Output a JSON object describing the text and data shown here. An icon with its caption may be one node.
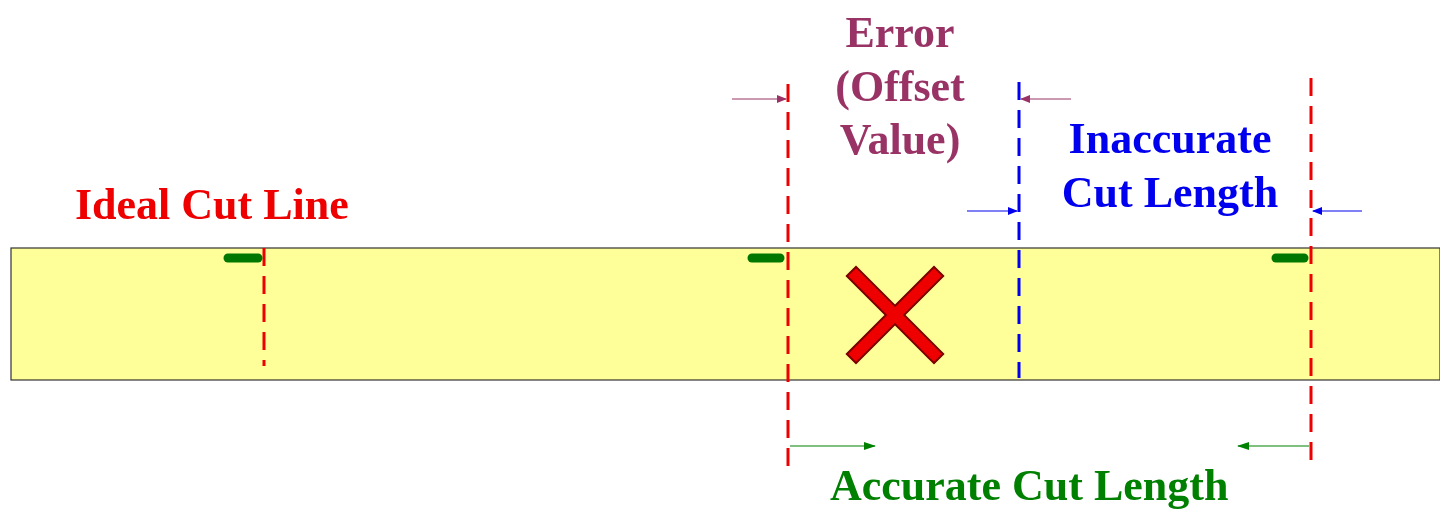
{
  "diagram": {
    "labels": [
      "Error (Offset Value)",
      "Inaccurate Cut Length",
      "Ideal Cut Line",
      "Accurate Cut Length"
    ]
  }
}
